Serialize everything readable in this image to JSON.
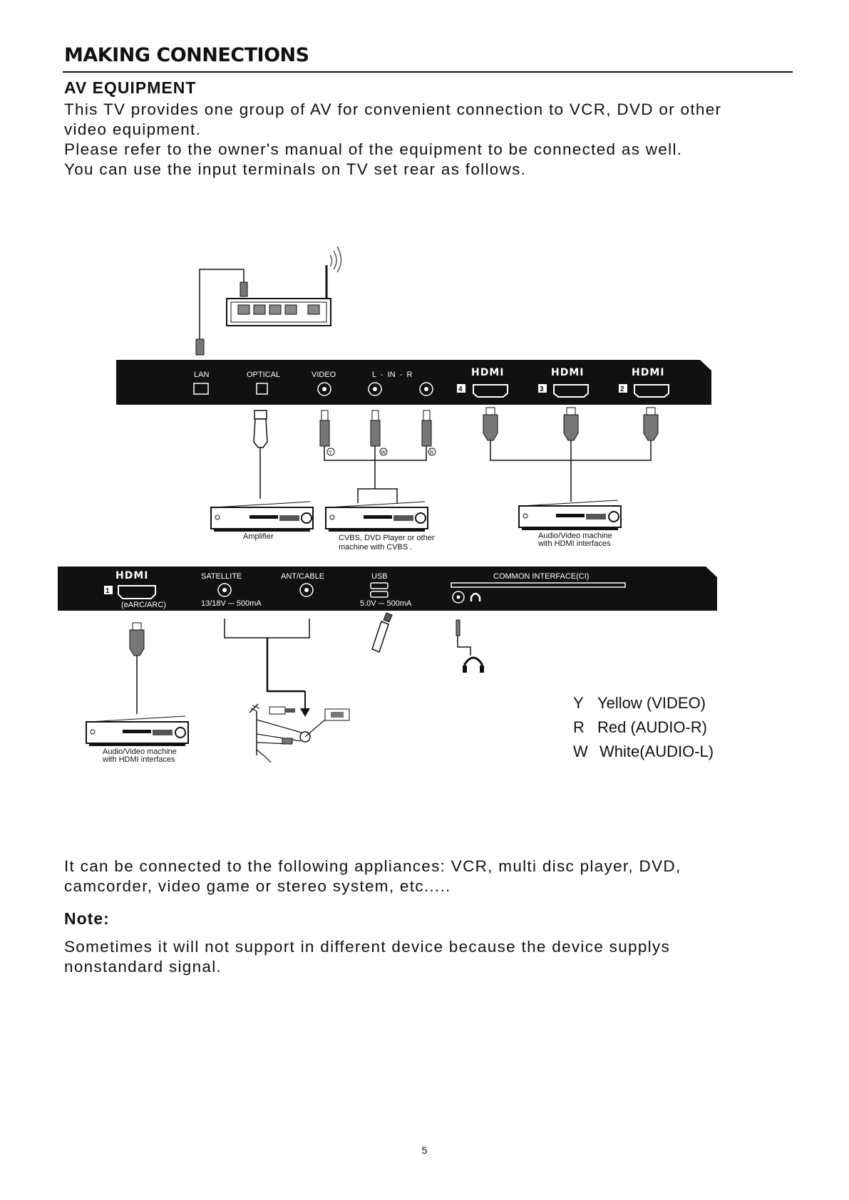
{
  "header": {
    "title": "MAKING CONNECTIONS",
    "subtitle": "AV EQUIPMENT"
  },
  "intro": {
    "line1": "This TV provides one group of AV for convenient connection to VCR, DVD or other",
    "line2": "video equipment.",
    "line3": "Please refer to the owner's manual of the equipment to be connected as well.",
    "line4": "You can use the input terminals on TV set rear as follows."
  },
  "diagram": {
    "top_panel": {
      "lan": "LAN",
      "optical": "OPTICAL",
      "video": "VIDEO",
      "lr_in": "L  -  IN  -  R",
      "hdmi_logo": "HDMI",
      "hdmi4": "4",
      "hdmi3": "3",
      "hdmi2": "2"
    },
    "cable_markers": {
      "y": "Y",
      "w": "W",
      "r": "R"
    },
    "devices": {
      "amplifier": "Amplifier",
      "cvbs_line1": "CVBS, DVD Player or other",
      "cvbs_line2": "machine with CVBS .",
      "av_hdmi_line1": "Audio/Video machine",
      "av_hdmi_line2": "with HDMI interfaces",
      "av_hdmi_bottom_line1": "Audio/Video machine",
      "av_hdmi_bottom_line2": "with HDMI interfaces"
    },
    "bottom_panel": {
      "hdmi_logo": "HDMI",
      "hdmi1": "1",
      "earc": "(eARC/ARC)",
      "satellite": "SATELLITE",
      "sat_power": "13/18V ⎓ 500mA",
      "ant_cable": "ANT/CABLE",
      "usb": "USB",
      "usb_power": "5.0V ⎓ 500mA",
      "ci": "COMMON INTERFACE(CI)"
    },
    "legend": [
      {
        "key": "Y",
        "text": "Yellow (VIDEO)"
      },
      {
        "key": "R",
        "text": "Red (AUDIO-R)"
      },
      {
        "key": "W",
        "text": "White(AUDIO-L)"
      }
    ]
  },
  "appliances": {
    "line1": "It can be connected to the following appliances: VCR, multi disc player, DVD,",
    "line2": "camcorder, video game or stereo system, etc....."
  },
  "note": {
    "heading": "Note:",
    "line1": "Sometimes it will not support in different device because the device supplys",
    "line2": "nonstandard signal."
  },
  "footer": {
    "page_number": "5"
  }
}
